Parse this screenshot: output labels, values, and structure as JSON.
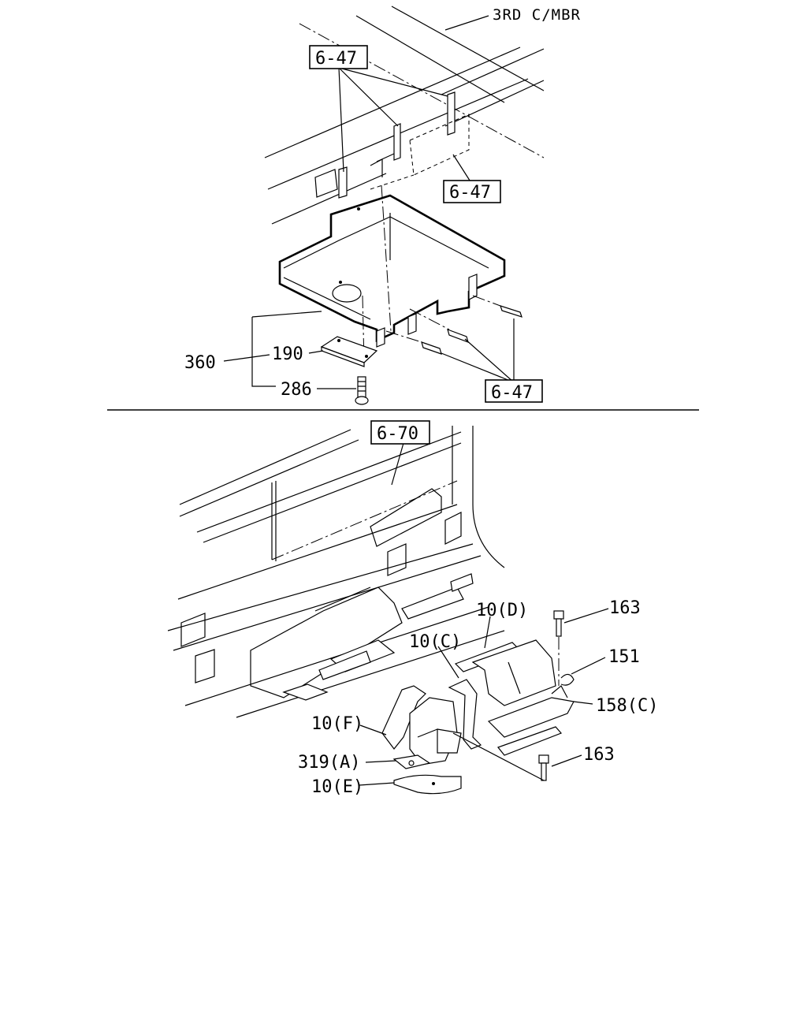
{
  "labels": {
    "member": "3RD C/MBR",
    "ref_top_1": "6-47",
    "ref_top_2": "6-47",
    "ref_top_3": "6-47",
    "p360": "360",
    "p190": "190",
    "p286": "286",
    "ref_bottom": "6-70",
    "p10d": "10(D)",
    "p163a": "163",
    "p10c": "10(C)",
    "p151": "151",
    "p158c": "158(C)",
    "p10f": "10(F)",
    "p319a": "319(A)",
    "p163b": "163",
    "p10e": "10(E)"
  }
}
